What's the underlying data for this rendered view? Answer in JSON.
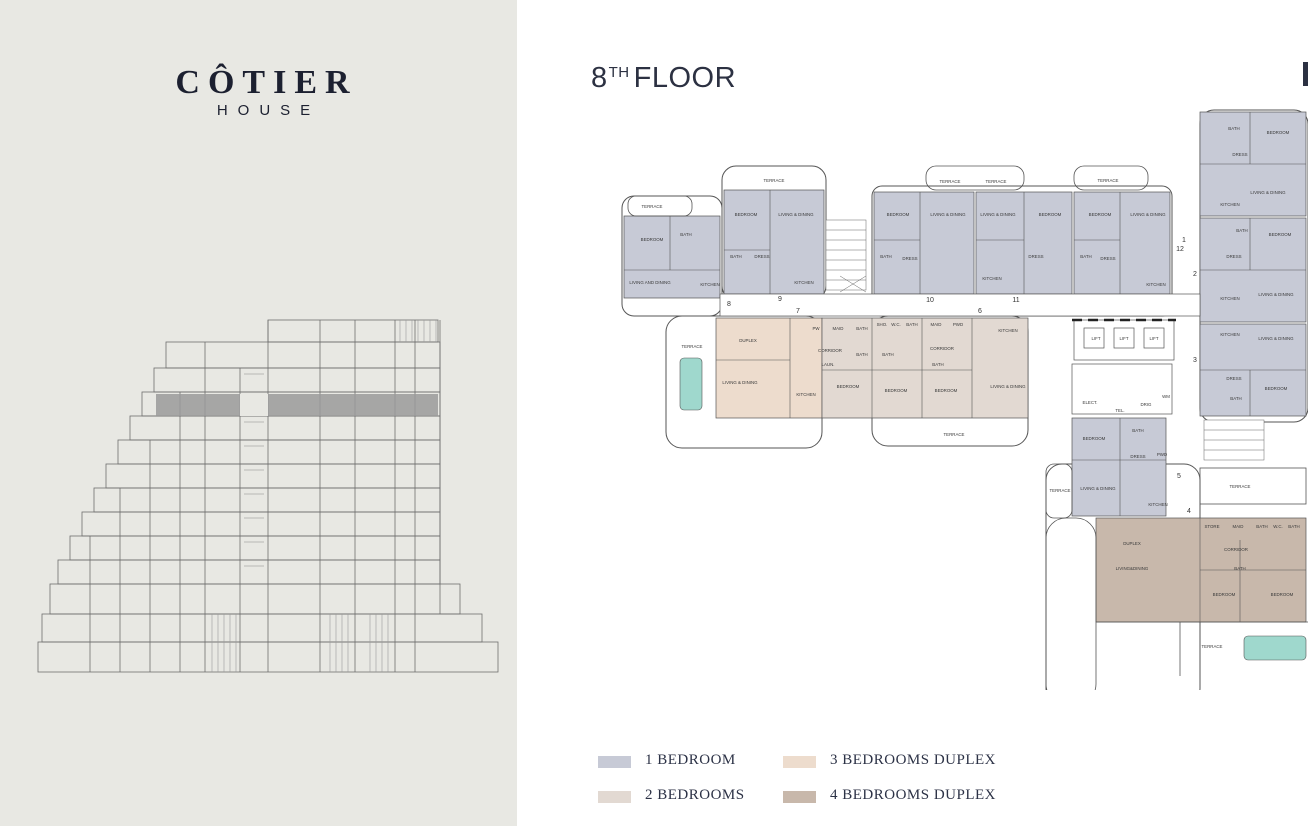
{
  "brand": {
    "name": "CÔTIER",
    "sub": "HOUSE"
  },
  "floor": {
    "number": "8",
    "suffix": "TH",
    "word": "FLOOR"
  },
  "colors": {
    "one_bedroom": "#c7cad6",
    "two_bedrooms": "#e2d9d2",
    "three_bedrooms_duplex": "#eddccd",
    "four_bedrooms_duplex": "#c8b8ab",
    "pool": "#9fd8cd",
    "highlight_floor": "#9a9a9a"
  },
  "legend": [
    {
      "label": "1 BEDROOM",
      "color": "#c7cad6"
    },
    {
      "label": "2 BEDROOMS",
      "color": "#e2d9d2"
    },
    {
      "label": "3 BEDROOMS DUPLEX",
      "color": "#eddccd"
    },
    {
      "label": "4 BEDROOMS DUPLEX",
      "color": "#c8b8ab"
    }
  ],
  "plan_labels": {
    "terrace": "TERRACE",
    "bedroom": "BEDROOM",
    "bath": "BATH",
    "living_dining": "LIVING & DINING",
    "living_and_dining": "LIVING AND DINING",
    "livingdining": "LIVING&DINING",
    "kitchen": "KITCHEN",
    "dress": "DRESS",
    "pwd": "PWD",
    "sho": "SHO.",
    "wc": "W.C.",
    "maid": "MAID",
    "pw": "PW",
    "corridor": "CORRIDOR",
    "laundry": "LAUN.",
    "duplex": "DUPLEX",
    "lift": "LIFT",
    "elect": "ELECT.",
    "tel": "TEL.",
    "drig": "DRIG",
    "wm": "WM",
    "store": "STORE"
  },
  "unit_numbers": [
    "1",
    "2",
    "3",
    "4",
    "5",
    "6",
    "7",
    "8",
    "9",
    "10",
    "11",
    "12"
  ]
}
